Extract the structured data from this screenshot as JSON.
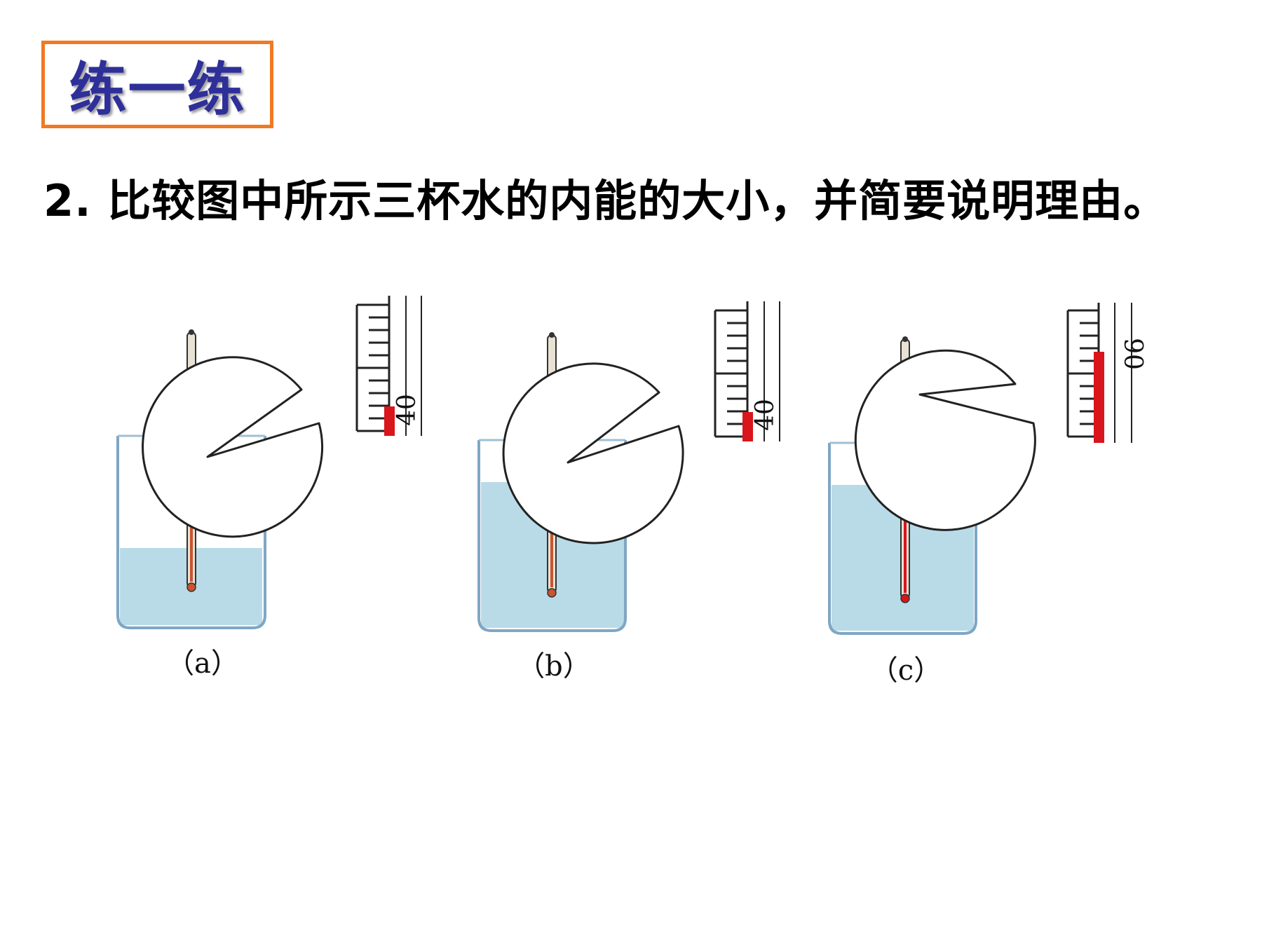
{
  "heading": {
    "title": "练一练"
  },
  "question": {
    "text": "2. 比较图中所示三杯水的内能的大小，并简要说明理由。"
  },
  "figure": {
    "beakers": [
      {
        "id": "a",
        "label": "（a）",
        "water_level_fraction": 0.35,
        "thermometer_reading": 40,
        "scale_label": "40"
      },
      {
        "id": "b",
        "label": "（b）",
        "water_level_fraction": 0.75,
        "thermometer_reading": 40,
        "scale_label": "40"
      },
      {
        "id": "c",
        "label": "（c）",
        "water_level_fraction": 0.75,
        "thermometer_reading": 90,
        "scale_label": "90"
      }
    ],
    "colors": {
      "title_border": "#f07a23",
      "title_text": "#2f2f9a",
      "water": "#b9dbe8",
      "mercury": "#d8161b",
      "outline": "#222222"
    }
  }
}
